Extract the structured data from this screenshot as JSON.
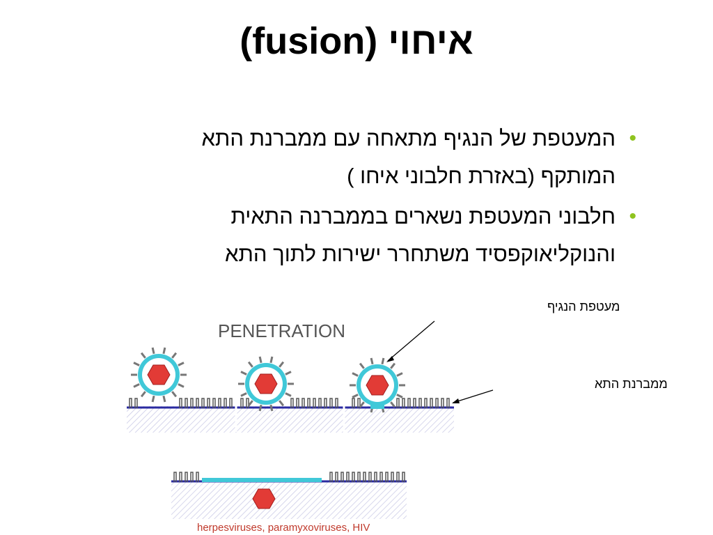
{
  "title": "איחוי (fusion)",
  "bullets": [
    {
      "lines": [
        "המעטפת של הנגיף מתאחה עם ממברנת התא",
        "המותקף (באזרת חלבוני איחו )"
      ]
    },
    {
      "lines": [
        " חלבוני המעטפת נשארים בממברנה התאית",
        "והנוקליאוקפסיד משתחרר ישירות לתוך התא"
      ]
    }
  ],
  "figure": {
    "heading": "PENETRATION",
    "caption": "herpesviruses, paramyxoviruses, HIV",
    "label_envelope": "מעטפת הנגיף",
    "label_membrane": "ממברנת התא"
  },
  "colors": {
    "bullet": "#8fc31f",
    "envelope": "#40c8d8",
    "capsid": "#e23b36",
    "membrane": "#2a2aa0",
    "caption": "#c0392b"
  }
}
